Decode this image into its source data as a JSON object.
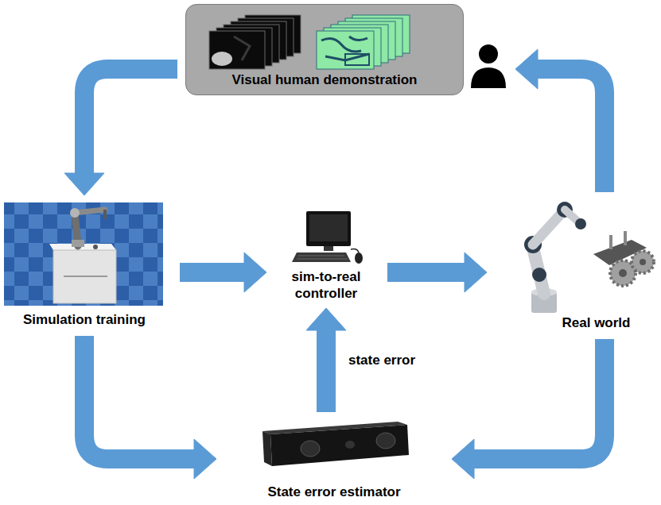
{
  "diagram": {
    "nodes": [
      {
        "text": [
          "Visual human demonstration"
        ]
      },
      {
        "text": [
          "Simulation training"
        ]
      },
      {
        "text": [
          "sim-to-real controller"
        ]
      },
      {
        "text": [
          "Real world"
        ]
      },
      {
        "text": [
          "State error estimator"
        ]
      }
    ],
    "edges": [
      {
        "from": 0,
        "to": 1,
        "arrow": "to"
      },
      {
        "from": 1,
        "to": 2,
        "arrow": "to"
      },
      {
        "from": 2,
        "to": 3,
        "arrow": "to"
      },
      {
        "from": 3,
        "to": 0,
        "arrow": "to"
      },
      {
        "from": 1,
        "to": 4,
        "arrow": "to"
      },
      {
        "from": 3,
        "to": 4,
        "arrow": "to"
      },
      {
        "from": 4,
        "to": 2,
        "label": "state error",
        "arrow": "to"
      }
    ]
  }
}
